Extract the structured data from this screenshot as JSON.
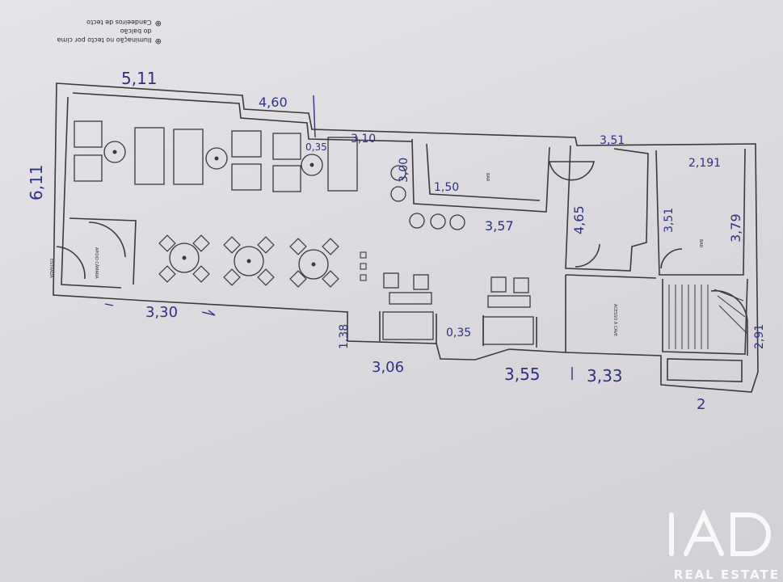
{
  "legend": {
    "items": [
      {
        "symbol": "⊕",
        "text": "Candeeiros de tecto"
      },
      {
        "symbol": "⊕",
        "text": "Iluminação no tecto por cima do balcão"
      }
    ]
  },
  "dimensions": {
    "d_511": "5,11",
    "d_460": "4,60",
    "d_611": "6,11",
    "d_035": "0,35",
    "d_310": "3,10",
    "d_300": "3,00",
    "d_150": "1,50",
    "d_357": "3,57",
    "d_351_top": "3,51",
    "d_465": "4,65",
    "d_351_right": "3,51",
    "d_2191": "2,191",
    "d_379": "3,79",
    "d_330": "3,30",
    "d_138": "1,38",
    "d_306": "3,06",
    "d_0935": "0,35",
    "d_355": "3,55",
    "d_333": "3,33",
    "d_191": "2,91",
    "d_2": "2"
  },
  "room_labels": {
    "entrada": "ENTRADA",
    "apoio": "APOIO CÂMARA",
    "bar1": "BAR",
    "bar2": "BAR",
    "acesso": "ACESSO À CAVE"
  },
  "brand": {
    "logo_text": "iAD",
    "subtitle": "REAL ESTATE",
    "color": "#ffffff"
  }
}
